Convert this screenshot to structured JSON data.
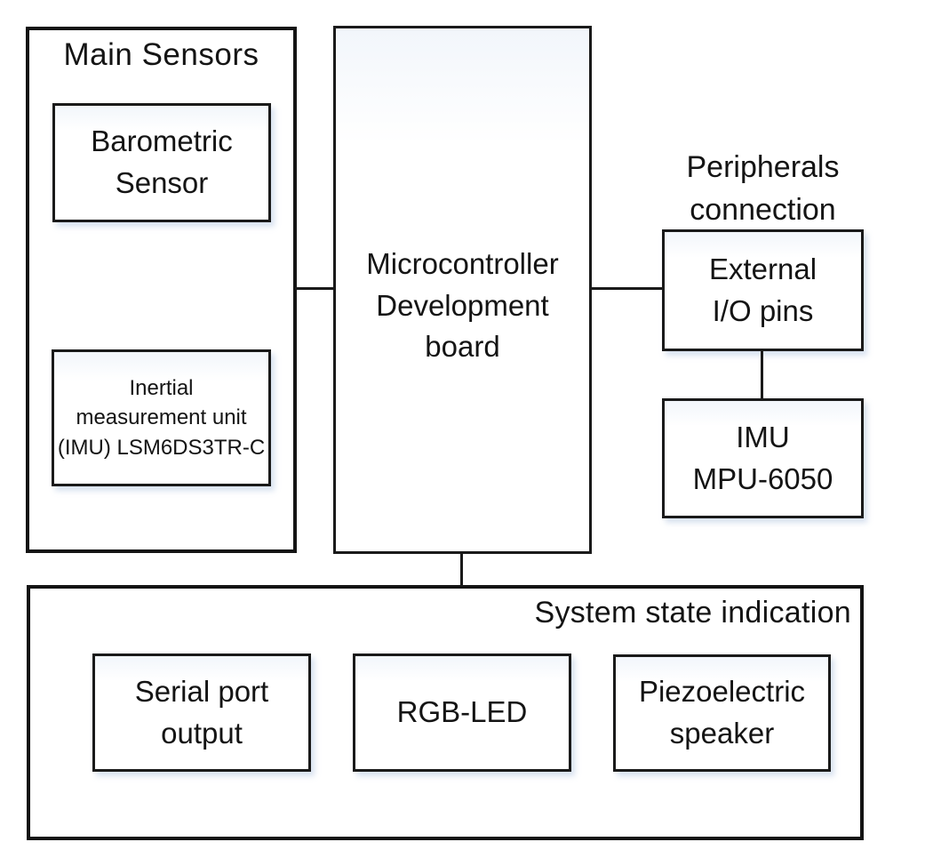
{
  "diagram": {
    "main_sensors": {
      "title": "Main Sensors",
      "barometric_label": "Barometric\nSensor",
      "imu_lsm_label": "Inertial\nmeasurement unit\n(IMU) LSM6DS3TR-C"
    },
    "mcu": {
      "label": "Microcontroller\nDevelopment\nboard"
    },
    "peripherals": {
      "title": "Peripherals\nconnection",
      "external_io_label": "External\nI/O pins",
      "imu_mpu_label": "IMU\nMPU-6050"
    },
    "system_state": {
      "title": "System state indication",
      "serial_label": "Serial port\noutput",
      "rgb_label": "RGB-LED",
      "piezo_label": "Piezoelectric\nspeaker"
    },
    "colors": {
      "line": "#1a1a1a",
      "text": "#141414",
      "background": "#ffffff"
    }
  }
}
